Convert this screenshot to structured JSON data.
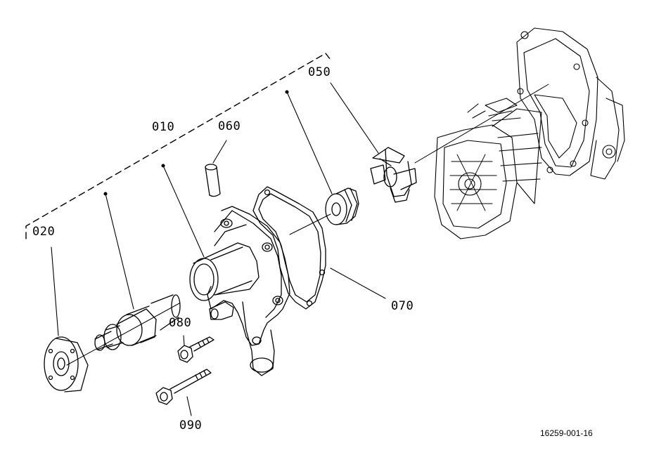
{
  "diagram": {
    "callouts": {
      "p010": "010",
      "p020": "020",
      "p050": "050",
      "p060": "060",
      "p070": "070",
      "p080": "080",
      "p090": "090"
    },
    "reference_number": "16259-001-16"
  },
  "colors": {
    "line": "#000000",
    "background": "#ffffff"
  }
}
